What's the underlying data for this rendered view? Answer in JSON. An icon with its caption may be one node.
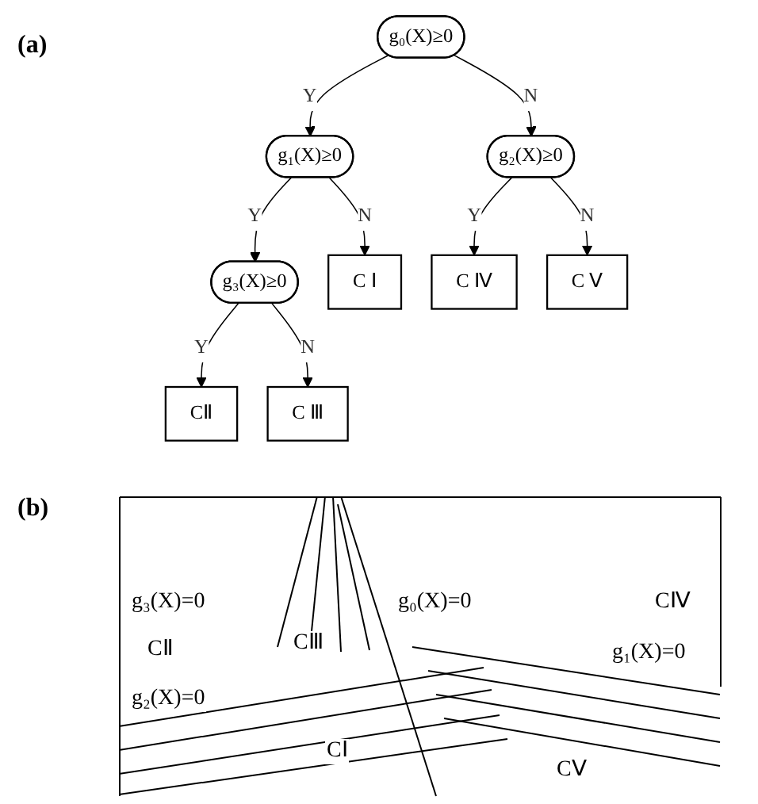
{
  "diagram": {
    "nodes": [
      {
        "text": [
          "g₀(X)≥0"
        ]
      },
      {
        "text": [
          "g₁(X)≥0"
        ]
      },
      {
        "text": [
          "g₂(X)≥0"
        ]
      },
      {
        "text": [
          "g₃(X)≥0"
        ]
      },
      {
        "text": [
          "C Ⅰ"
        ]
      },
      {
        "text": [
          "C Ⅳ"
        ]
      },
      {
        "text": [
          "C Ⅴ"
        ]
      },
      {
        "text": [
          "CⅡ"
        ]
      },
      {
        "text": [
          "C Ⅲ"
        ]
      }
    ],
    "edges": [
      {
        "from": 0,
        "to": 1,
        "arrow": "to",
        "label": "Y"
      },
      {
        "from": 0,
        "to": 2,
        "arrow": "to",
        "label": "N"
      },
      {
        "from": 1,
        "to": 3,
        "arrow": "to",
        "label": "Y"
      },
      {
        "from": 1,
        "to": 4,
        "arrow": "to",
        "label": "N"
      },
      {
        "from": 2,
        "to": 5,
        "arrow": "to",
        "label": "Y"
      },
      {
        "from": 2,
        "to": 6,
        "arrow": "to",
        "label": "N"
      },
      {
        "from": 3,
        "to": 7,
        "arrow": "to",
        "label": "Y"
      },
      {
        "from": 3,
        "to": 8,
        "arrow": "to",
        "label": "N"
      }
    ],
    "labels": [
      "(a)",
      "(b)",
      "g₃(X)=0",
      "CⅢ",
      "g₀(X)=0",
      "CⅣ",
      "CⅡ",
      "g₁(X)=0",
      "g₂(X)=0",
      "CⅠ",
      "CⅤ"
    ]
  }
}
